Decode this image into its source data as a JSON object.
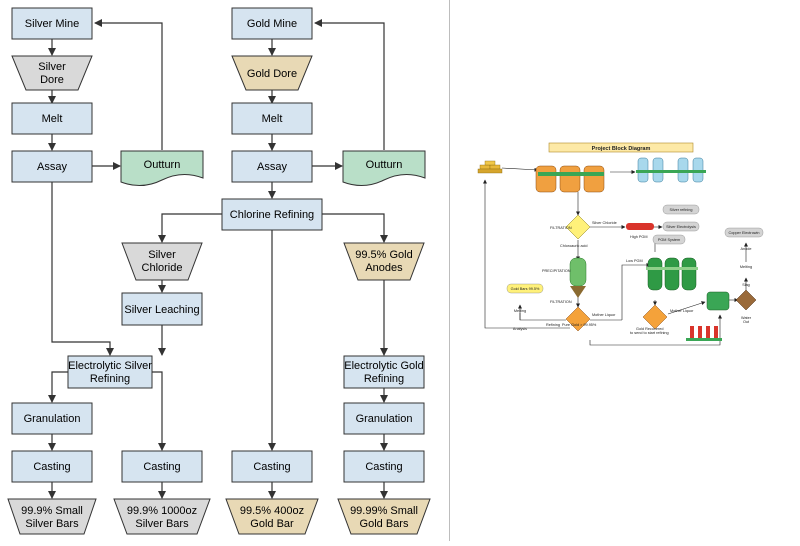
{
  "left_diagram": {
    "colors": {
      "process": "#d6e4f0",
      "silver": "#d9d9d9",
      "gold": "#e8d9b5",
      "outturn": "#b9dfc8",
      "stroke": "#333333"
    },
    "nodes": {
      "silver_mine": "Silver Mine",
      "silver_dore": [
        "Silver",
        "Dore"
      ],
      "melt_silver": "Melt",
      "assay_silver": "Assay",
      "outturn_silver": "Outturn",
      "gold_mine": "Gold Mine",
      "gold_dore": "Gold Dore",
      "melt_gold": "Melt",
      "assay_gold": "Assay",
      "outturn_gold": "Outturn",
      "chlorine_refining": "Chlorine Refining",
      "silver_chloride": [
        "Silver",
        "Chloride"
      ],
      "silver_leaching": "Silver Leaching",
      "gold_anodes": [
        "99.5% Gold",
        "Anodes"
      ],
      "electrolytic_silver": [
        "Electrolytic Silver",
        "Refining"
      ],
      "electrolytic_gold": [
        "Electrolytic Gold",
        "Refining"
      ],
      "granulation_silver": "Granulation",
      "granulation_gold": "Granulation",
      "casting_1": "Casting",
      "casting_2": "Casting",
      "casting_3": "Casting",
      "casting_4": "Casting",
      "silver_small_bars": [
        "99.9% Small",
        "Silver Bars"
      ],
      "silver_1000oz_bars": [
        "99.9% 1000oz",
        "Silver Bars"
      ],
      "gold_400oz_bar": [
        "99.5% 400oz",
        "Gold Bar"
      ],
      "gold_small_bars": [
        "99.99% Small",
        "Gold Bars"
      ]
    }
  },
  "right_diagram": {
    "colors": {
      "title_bar": "#fde9a6",
      "reactor": "#f0a040",
      "green": "#3aa655",
      "diamond_yellow": "#fff17a",
      "diamond_orange": "#f4a23a",
      "red": "#d9342b",
      "grey_pill": "#d4d4d4",
      "blue": "#a8d8ec"
    },
    "labels": {
      "title": "Project Block Diagram",
      "filtration_1": "FILTRATION",
      "silver_chloride": "Silver Chloride",
      "silver_refining": "Silver refining",
      "silver_electrolysis": "Silver Electrolysis",
      "high_pgm": "High PGM",
      "pgm_system": "PGM System",
      "chloroauric_acid": "Chloroauric acid",
      "copper_electrowin": "Copper Electrowin",
      "low_pgm": "Low PGM",
      "precipitation": "PRECIPITATION",
      "gold_bars": "Gold Bars 99.5%",
      "filtration_2": "FILTRATION",
      "mother_liquor_1": "Mother Liquor",
      "mother_liquor_2": "Mother Liquor",
      "melting_1": "Melting",
      "melting_2": "Melting",
      "anode": "Anode",
      "slag": "Slag",
      "analysis": "Analysis",
      "refining": "Refining",
      "pure_gold": "Pure Gold > 99.95%",
      "gold_recovered": [
        "Gold Recovered",
        "to send to start refining"
      ],
      "waste_out": [
        "Water",
        "Out"
      ]
    }
  }
}
